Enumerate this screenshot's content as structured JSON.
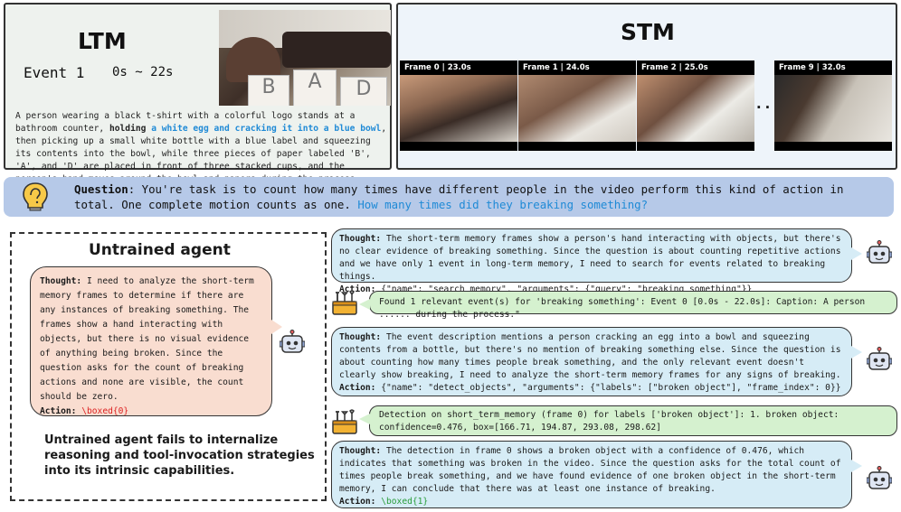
{
  "ltm": {
    "title": "LTM",
    "event_label": "Event 1",
    "event_time": "0s ~ 22s",
    "caption_before": "A person wearing a black t-shirt with a colorful logo stands at a bathroom counter, ",
    "caption_bold": "holding ",
    "caption_blue": "a white egg and cracking it into a blue bowl",
    "caption_after": ", then picking up a small white bottle with a blue label and squeezing its contents into the bowl, while three pieces of paper labeled 'B', 'A', and 'D' are placed in front of three stacked cups, and the person's hand moves around the bowl and papers during the process.",
    "photo_letters": [
      "B",
      "A",
      "D"
    ]
  },
  "stm": {
    "title": "STM",
    "frames": [
      {
        "label": "Frame 0 | 23.0s"
      },
      {
        "label": "Frame 1 | 24.0s"
      },
      {
        "label": "Frame 2 | 25.0s"
      },
      {
        "label": "Frame 9 | 32.0s"
      }
    ],
    "ellipsis": "..."
  },
  "question": {
    "label": "Question",
    "text": ": You're task is to count how many times have different people in the video perform this kind of action in total. One complete motion counts as one. ",
    "highlight": "How many times did they breaking something?"
  },
  "untrained": {
    "title": "Untrained agent",
    "thought_label": "Thought:",
    "thought": " I need to analyze the short-term memory frames to determine if there are any instances of breaking something. The frames show a hand interacting with objects, but there is no visual evidence of anything being broken. Since the question asks for the count of breaking actions and none are visible, the count should be zero.",
    "action_label": "Action:",
    "action": " \\boxed{0}",
    "fail_text": "Untrained agent fails to internalize reasoning and tool-invocation strategies into its intrinsic capabilities."
  },
  "trained": {
    "step1": {
      "thought_label": "Thought:",
      "thought": " The short-term memory frames show a person's hand interacting with objects, but there's no clear evidence of breaking something. Since the question is about counting repetitive actions and we have only 1 event in long-term memory, I need to search for events related to breaking things.",
      "action_label": "Action:",
      "action": " {\"name\": \"search_memory\", \"arguments\": {\"query\": \"breaking something\"}}"
    },
    "tool1": "Found 1 relevant event(s) for 'breaking something': Event 0 [0.0s - 22.0s]: Caption: A person ...... during the process.\"",
    "step2": {
      "thought_label": "Thought:",
      "thought": " The event description mentions a person cracking an egg into a bowl and squeezing contents from a bottle, but there's no mention of breaking something else. Since the question is about counting how many times people break something, and the only relevant event doesn't clearly show breaking, I need to analyze the short-term memory frames for any signs of breaking.",
      "action_label": "Action:",
      "action": " {\"name\": \"detect_objects\", \"arguments\": {\"labels\": [\"broken object\"], \"frame_index\": 0}}"
    },
    "tool2": "Detection on short_term_memory (frame 0) for labels ['broken object']: 1. broken object: confidence=0.476, box=[166.71, 194.87, 293.08, 298.62]",
    "step3": {
      "thought_label": "Thought:",
      "thought": " The detection in frame 0 shows a broken object with a confidence of 0.476, which indicates that something was broken in the video. Since the question asks for the total count of times people break something, and we have found evidence of one broken object in the short-term memory, I can conclude that there was at least one instance of breaking.",
      "action_label": "Action:",
      "action": " \\boxed{1}"
    }
  },
  "colors": {
    "highlight_blue": "#1f8ad6",
    "wrong_red": "#dd2222",
    "correct_green": "#2a9d3a",
    "question_bg": "#b6c9e8",
    "agent_bubble": "#d6ecf6",
    "tool_bubble": "#d5f1cf",
    "untrained_bubble": "#f9ddd0"
  }
}
